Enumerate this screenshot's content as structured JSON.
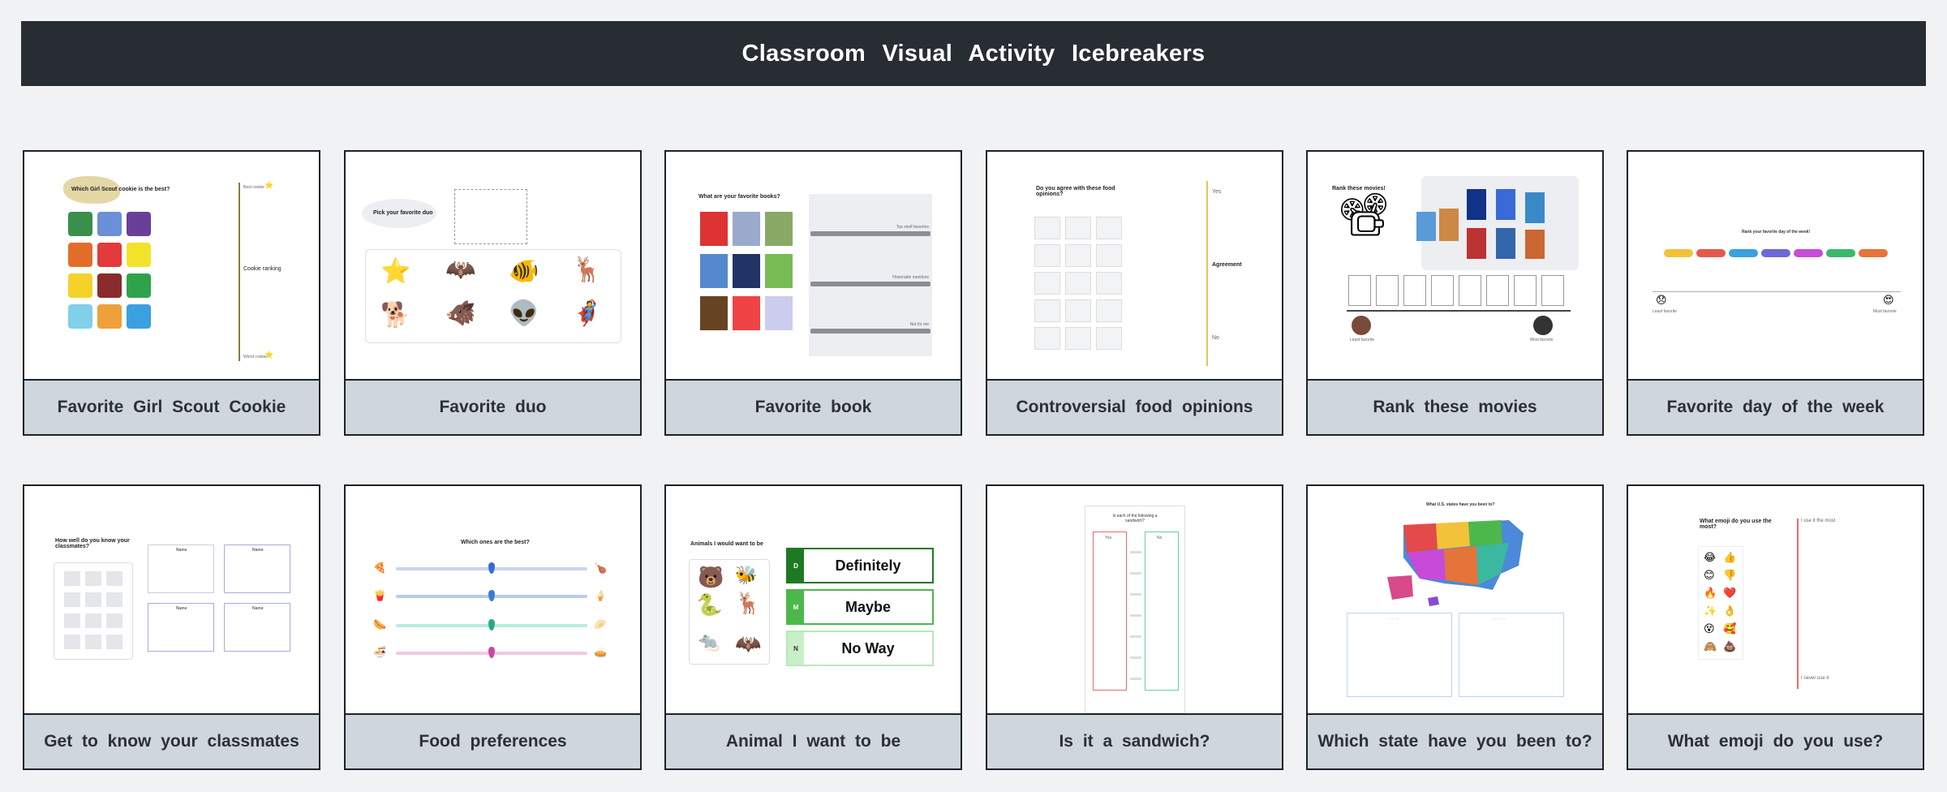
{
  "header": {
    "title": "Classroom   Visual  Activity  Icebreakers"
  },
  "activities": [
    {
      "label": "Favorite   Girl  Scout  Cookie",
      "thumb": {
        "heading": "Which Girl Scout cookie is the best?",
        "center": "Cookie ranking",
        "top": "Best cookie",
        "bottom": "Worst cookie"
      }
    },
    {
      "label": "Favorite    duo",
      "thumb": {
        "heading": "Pick your favorite duo"
      }
    },
    {
      "label": "Favorite    book",
      "thumb": {
        "heading": "What are your favorite books?",
        "shelves": [
          "Top shelf favorites",
          "Honorable mentions",
          "Not for me"
        ]
      }
    },
    {
      "label": "Controversial     food  opinions",
      "thumb": {
        "heading": "Do you agree with these food opinions?",
        "top": "Yes",
        "center": "Agreement",
        "bottom": "No"
      }
    },
    {
      "label": "Rank  these  movies",
      "thumb": {
        "heading": "Rank these movies!",
        "left": "Least favorite",
        "right": "Most favorite"
      }
    },
    {
      "label": "Favorite    day  of  the week",
      "thumb": {
        "heading": "Rank your favorite day of the week!",
        "left": "Least favorite",
        "right": "Most favorite"
      }
    },
    {
      "label": "Get to know  your   classmates",
      "thumb": {
        "heading": "How well do you know your classmates?",
        "names": [
          "Name",
          "Name",
          "Name",
          "Name"
        ]
      }
    },
    {
      "label": "Food  preferences",
      "thumb": {
        "heading": "Which ones are the best?"
      }
    },
    {
      "label": "Animal  I   want  to be",
      "thumb": {
        "heading": "Animals I would want to be",
        "options": [
          {
            "letter": "D",
            "text": "Definitely"
          },
          {
            "letter": "M",
            "text": "Maybe"
          },
          {
            "letter": "N",
            "text": "No Way"
          }
        ]
      }
    },
    {
      "label": "Is    it a  sandwich?",
      "thumb": {
        "heading": "Is each of the following a sandwich?",
        "cols": [
          "Yes",
          "No"
        ]
      }
    },
    {
      "label": "Which  state  have   you  been to?",
      "thumb": {
        "heading": "What U.S. states have you been to?"
      }
    },
    {
      "label": "What  emoji  do you  use?",
      "thumb": {
        "heading": "What emoji do you use the most?",
        "top": "I use it the most",
        "bottom": "I never use it"
      }
    }
  ],
  "colors": {
    "banner": "#282c33",
    "label_bg": "#d0d6de",
    "page_bg": "#f1f2f4",
    "border": "#1d2128"
  }
}
